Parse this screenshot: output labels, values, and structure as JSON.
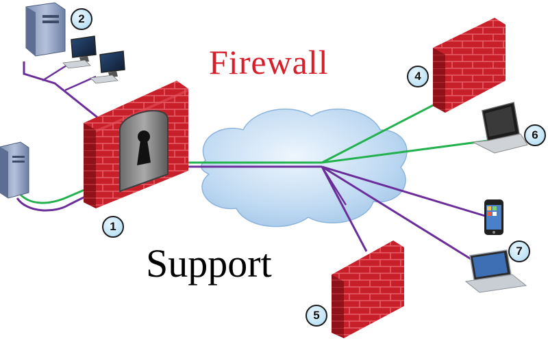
{
  "titles": {
    "firewall": "Firewall",
    "support": "Support"
  },
  "colors": {
    "title_red": "#d51f2a",
    "brick": "#c8202a",
    "mortar": "#e24a53",
    "green_link": "#22b14c",
    "purple_link": "#6a2d9a",
    "cloud": "#bcd9f3"
  },
  "badges": {
    "b1": "1",
    "b2": "2",
    "b4": "4",
    "b5": "5",
    "b6": "6",
    "b7": "7"
  },
  "icons": [
    "server-tower-icon",
    "desktop-monitor-icon",
    "keyboard-icon",
    "firewall-brick-wall-icon",
    "keyhole-gate-icon",
    "internet-cloud-icon",
    "laptop-icon",
    "smartphone-icon"
  ]
}
